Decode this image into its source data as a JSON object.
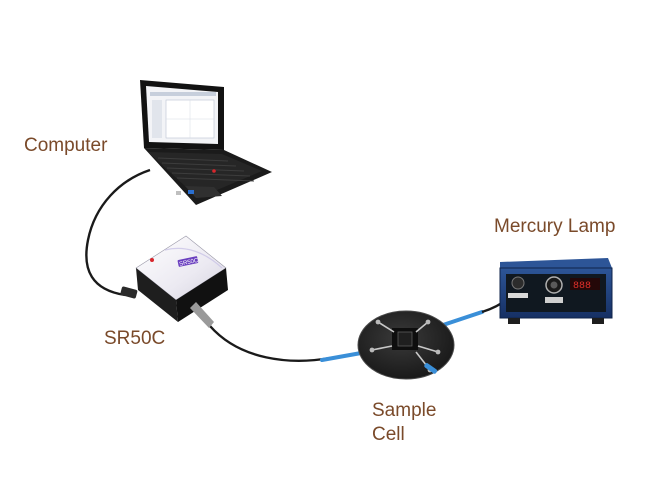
{
  "labels": {
    "computer": "Computer",
    "spectrometer": "SR50C",
    "lamp": "Mercury Lamp",
    "sample_line1": "Sample",
    "sample_line2": "Cell"
  },
  "device_text": {
    "spectrometer_badge": "SR50C",
    "lamp_display": "888"
  },
  "colors": {
    "label": "#7a4a2a",
    "fiber": "#3a8fd8",
    "cable": "#1a1a1a",
    "lamp_body": "#1f3f78",
    "display_red": "#e0302a"
  }
}
